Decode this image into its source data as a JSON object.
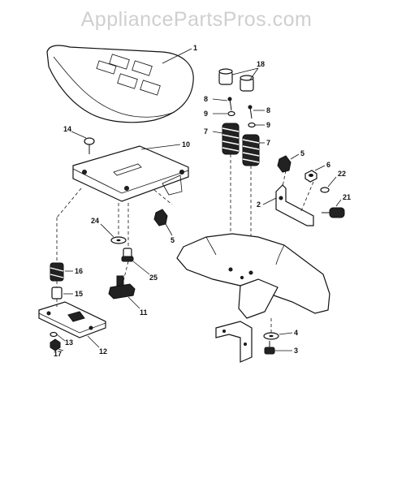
{
  "watermark": "AppliancePartsPros.com",
  "callouts": {
    "c1": "1",
    "c18": "18",
    "c8a": "8",
    "c8b": "8",
    "c9a": "9",
    "c9b": "9",
    "c7a": "7",
    "c7b": "7",
    "c14": "14",
    "c10": "10",
    "c5a": "5",
    "c6": "6",
    "c22": "22",
    "c2": "2",
    "c21": "21",
    "c24": "24",
    "c5b": "5",
    "c16": "16",
    "c25": "25",
    "c15": "15",
    "c11": "11",
    "c13": "13",
    "c17": "17",
    "c12": "12",
    "c4": "4",
    "c3": "3"
  }
}
